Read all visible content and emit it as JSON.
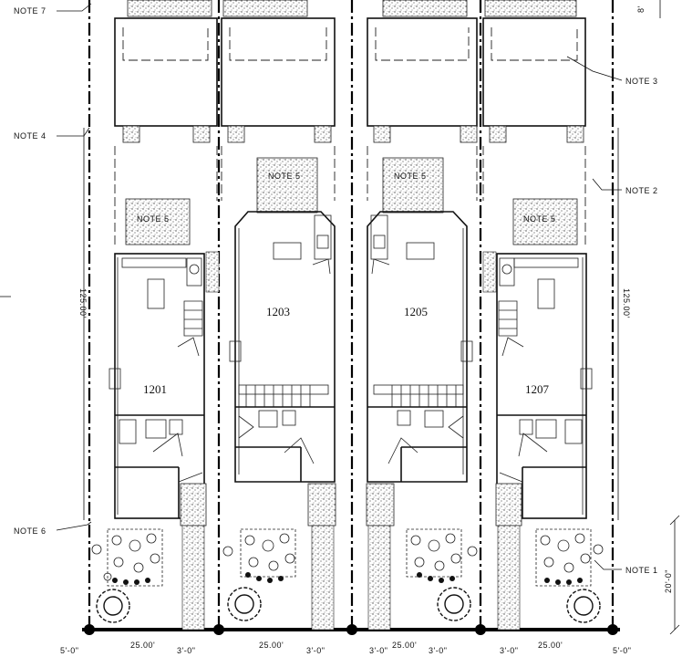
{
  "drawing": {
    "units": [
      {
        "label": "1201"
      },
      {
        "label": "1203"
      },
      {
        "label": "1205"
      },
      {
        "label": "1207"
      }
    ],
    "notes": {
      "note1": "NOTE 1",
      "note2": "NOTE 2",
      "note3": "NOTE 3",
      "note4": "NOTE 4",
      "note5": "NOTE 5",
      "note6": "NOTE 6",
      "note7": "NOTE 7"
    },
    "dimensions": {
      "depth_left": "125.00'",
      "depth_right": "125.00'",
      "front_setback": "20'-0\"",
      "top_partial": "8'",
      "lot_width_1": "25.00'",
      "lot_width_2": "25.00'",
      "lot_width_3": "25.00'",
      "lot_width_4": "25.00'",
      "side_left": "5'-0\"",
      "side_gap_1": "3'-0\"",
      "side_gap_2": "3'-0\"",
      "side_gap_3": "3'-0\"",
      "side_gap_4": "3'-0\"",
      "side_gap_5": "3'-0\"",
      "side_right": "5'-0\""
    }
  }
}
